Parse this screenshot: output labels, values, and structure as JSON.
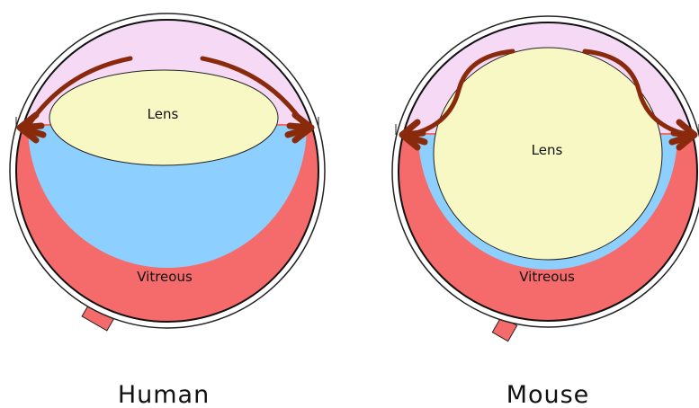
{
  "diagrams": [
    {
      "caption": "Human",
      "lens_label": "Lens",
      "vitreous_label": "Vitreous"
    },
    {
      "caption": "Mouse",
      "lens_label": "Lens",
      "vitreous_label": "Vitreous"
    }
  ],
  "colors": {
    "outline": "#222222",
    "anterior_chamber": "#f5d9f5",
    "lens": "#f8f8c4",
    "vitreous": "#8dcfff",
    "retina": "#f56a6a",
    "ciliary": "#8a2a0c"
  }
}
